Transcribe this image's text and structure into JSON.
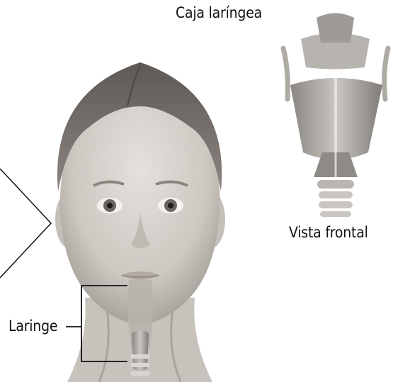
{
  "labels": {
    "larynx_box_title": "Caja laríngea",
    "front_view": "Vista frontal",
    "larynx": "Laringe"
  },
  "colors": {
    "skin": "#d7d2cc",
    "hair": "#6e6864",
    "line": "#111111",
    "cartilage": "#9c9893"
  }
}
